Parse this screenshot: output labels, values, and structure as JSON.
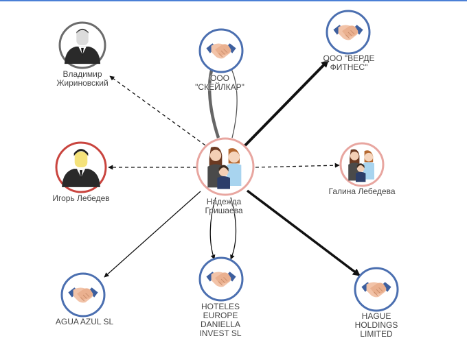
{
  "colors": {
    "company_ring": "#4b6fb0",
    "central_ring": "#e8a6a0",
    "relative_ring": "#e8a6a0",
    "person_gray_ring": "#6b6b6b",
    "person_red_ring": "#c9443e",
    "edge": "#111111",
    "edge_gray": "#666666",
    "header_line": "#4a7fd6"
  },
  "nodes": {
    "zhirinovsky": {
      "label_lines": [
        "Владимир",
        "Жириновский"
      ],
      "icon": "businessman-icon"
    },
    "skeilkar": {
      "label_lines": [
        "ООО",
        "\"СКЕЙЛКАР\""
      ],
      "icon": "handshake-icon"
    },
    "verde": {
      "label_lines": [
        "ООО \"ВЕРДЕ",
        "ФИТНЕС\""
      ],
      "icon": "handshake-icon"
    },
    "igor": {
      "label_lines": [
        "Игорь Лебедев"
      ],
      "icon": "businessman-icon"
    },
    "nadezhda": {
      "label_lines": [
        "Надежда",
        "Гришаева"
      ],
      "icon": "family-icon"
    },
    "galina": {
      "label_lines": [
        "Галина Лебедева"
      ],
      "icon": "family-icon"
    },
    "agua": {
      "label_lines": [
        "AGUA AZUL SL"
      ],
      "icon": "handshake-icon"
    },
    "hoteles": {
      "label_lines": [
        "HOTELES",
        "EUROPE",
        "DANIELLA",
        "INVEST SL"
      ],
      "icon": "handshake-icon"
    },
    "hague": {
      "label_lines": [
        "HAGUE",
        "HOLDINGS",
        "LIMITED"
      ],
      "icon": "handshake-icon"
    }
  }
}
